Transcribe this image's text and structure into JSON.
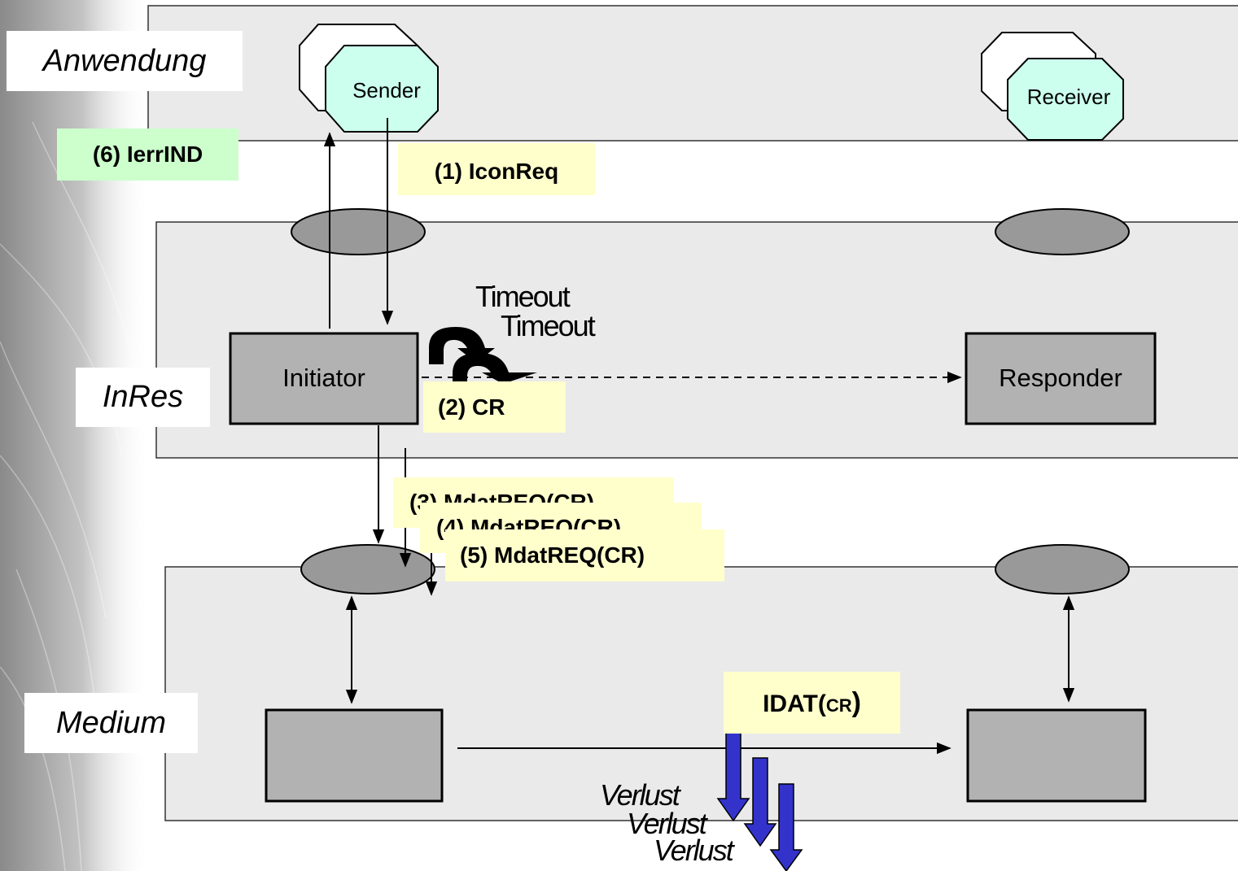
{
  "layers": {
    "application": "Anwendung",
    "inres": "InRes",
    "medium": "Medium"
  },
  "processes": {
    "sender": "Sender",
    "receiver": "Receiver",
    "initiator": "Initiator",
    "responder": "Responder"
  },
  "messages": {
    "iconreq": "(1) IconReq",
    "cr": "(2) CR",
    "mdatreq3": "(3) MdatREQ(CR)",
    "mdatreq4": "(4) MdatREQ(CR)",
    "mdatreq5": "(5) MdatREQ(CR)",
    "ierrind": "(6) IerrIND",
    "idat_prefix": "IDAT(",
    "idat_arg": "CR",
    "idat_suffix": ")"
  },
  "events": {
    "timeout1": "Timeout",
    "timeout2": "Timeout",
    "verlust1": "Verlust",
    "verlust2": "Verlust",
    "verlust3": "Verlust"
  },
  "colors": {
    "layer_fill": "#eaeaea",
    "process_fill": "#ccffee",
    "box_fill": "#b2b2b2",
    "sap_fill": "#999999",
    "yellow_label": "#ffffcc",
    "green_label": "#ccffcc",
    "loss_arrow": "#3333cc"
  }
}
